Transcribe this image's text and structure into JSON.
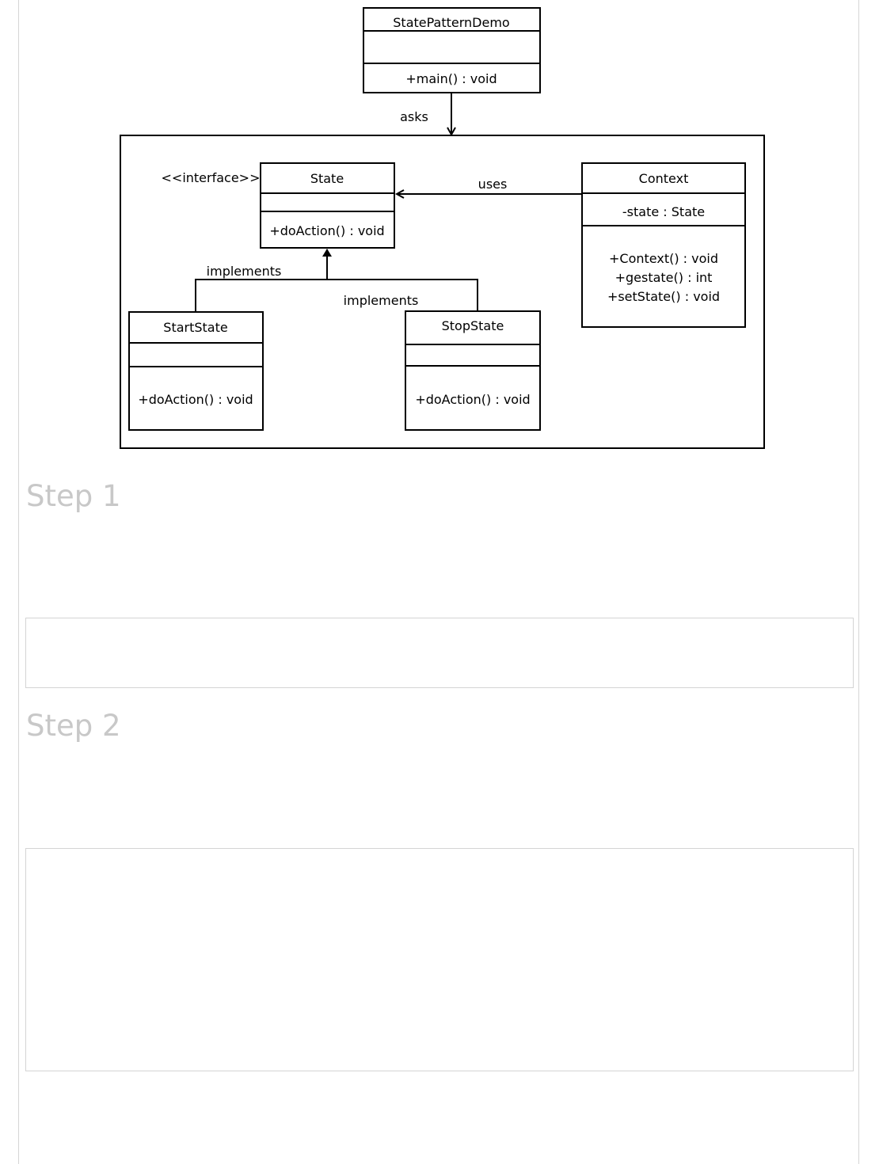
{
  "diagram": {
    "demo_class": {
      "name": "StatePatternDemo",
      "methods": [
        "+main()  : void"
      ]
    },
    "asks_label": "asks",
    "state_interface": {
      "stereotype": "<<interface>>",
      "name": "State",
      "methods": [
        "+doAction()  : void"
      ]
    },
    "uses_label": "uses",
    "context_class": {
      "name": "Context",
      "attributes": [
        "-state : State"
      ],
      "methods": [
        "+Context()  : void",
        "+gestate() : int",
        "+setState()  : void"
      ]
    },
    "implements_left_label": "implements",
    "implements_right_label": "implements",
    "start_state": {
      "name": "StartState",
      "methods": [
        "+doAction()  : void"
      ]
    },
    "stop_state": {
      "name": "StopState",
      "methods": [
        "+doAction()  : void"
      ]
    }
  },
  "steps": [
    {
      "heading": "Step 1"
    },
    {
      "heading": "Step 2"
    }
  ]
}
